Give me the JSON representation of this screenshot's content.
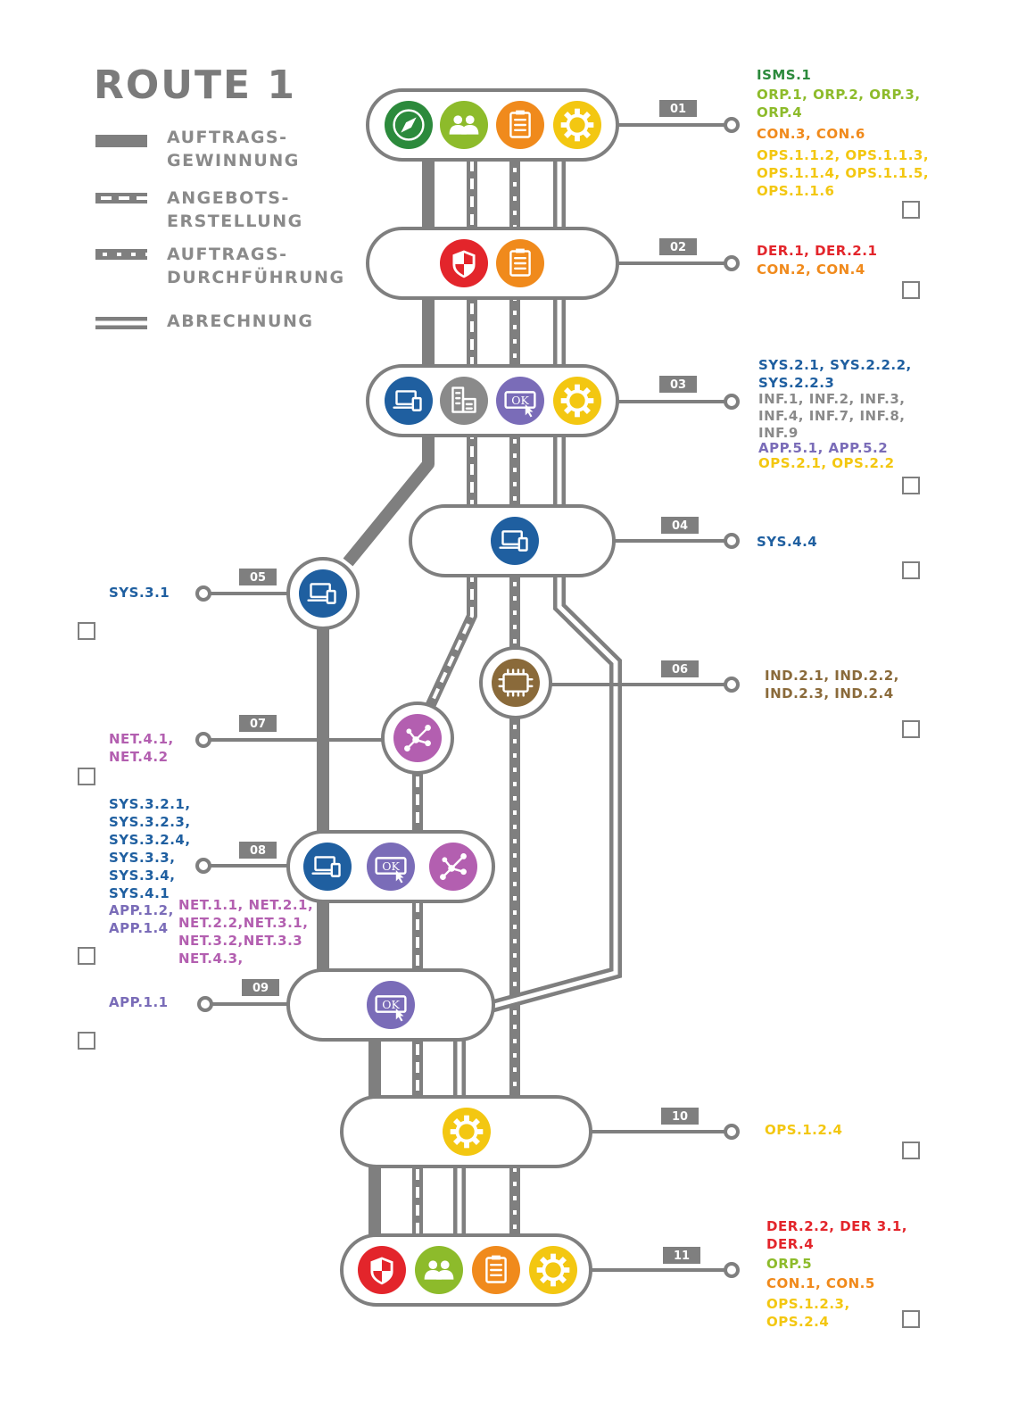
{
  "title": "ROUTE 1",
  "legend": [
    {
      "line1": "AUFTRAGS-",
      "line2": "GEWINNUNG"
    },
    {
      "line1": "ANGEBOTS-",
      "line2": "ERSTELLUNG"
    },
    {
      "line1": "AUFTRAGS-",
      "line2": "DURCHFÜHRUNG"
    },
    {
      "line1": "ABRECHNUNG",
      "line2": ""
    }
  ],
  "colors": {
    "track": "#7f7f7f",
    "ISMS": "#2c8a3c",
    "ORP": "#8dbb2b",
    "CON": "#f08a1c",
    "OPS": "#f3c711",
    "DER": "#e3252b",
    "SYS": "#1f5fa0",
    "INF": "#8a8a8a",
    "APP": "#7a6cb8",
    "NET": "#b35fb0",
    "IND": "#8a6a3a"
  },
  "stations": [
    {
      "number": "01",
      "icons": [
        "compass-icon",
        "people-icon",
        "clipboard-icon",
        "gear-icon"
      ],
      "modules": [
        {
          "text": "ISMS.1",
          "group": "ISMS"
        },
        {
          "text": "ORP.1, ORP.2, ORP.3,",
          "group": "ORP"
        },
        {
          "text": "ORP.4",
          "group": "ORP"
        },
        {
          "text": "CON.3, CON.6",
          "group": "CON"
        },
        {
          "text": "OPS.1.1.2, OPS.1.1.3,",
          "group": "OPS"
        },
        {
          "text": "OPS.1.1.4, OPS.1.1.5,",
          "group": "OPS"
        },
        {
          "text": "OPS.1.1.6",
          "group": "OPS"
        }
      ]
    },
    {
      "number": "02",
      "icons": [
        "shield-icon",
        "clipboard-icon"
      ],
      "modules": [
        {
          "text": "DER.1, DER.2.1",
          "group": "DER"
        },
        {
          "text": "CON.2, CON.4",
          "group": "CON"
        }
      ]
    },
    {
      "number": "03",
      "icons": [
        "laptop-icon",
        "building-icon",
        "ok-button-icon",
        "gear-icon"
      ],
      "modules": [
        {
          "text": "SYS.2.1, SYS.2.2.2,",
          "group": "SYS"
        },
        {
          "text": "SYS.2.2.3",
          "group": "SYS"
        },
        {
          "text": "INF.1, INF.2, INF.3,",
          "group": "INF"
        },
        {
          "text": "INF.4, INF.7, INF.8,",
          "group": "INF"
        },
        {
          "text": "INF.9",
          "group": "INF"
        },
        {
          "text": "APP.5.1, APP.5.2",
          "group": "APP"
        },
        {
          "text": "OPS.2.1, OPS.2.2",
          "group": "OPS"
        }
      ]
    },
    {
      "number": "04",
      "icons": [
        "laptop-icon"
      ],
      "modules": [
        {
          "text": "SYS.4.4",
          "group": "SYS"
        }
      ]
    },
    {
      "number": "05",
      "icons": [
        "laptop-icon"
      ],
      "modules": [
        {
          "text": "SYS.3.1",
          "group": "SYS"
        }
      ]
    },
    {
      "number": "06",
      "icons": [
        "chip-icon"
      ],
      "modules": [
        {
          "text": "IND.2.1, IND.2.2,",
          "group": "IND"
        },
        {
          "text": "IND.2.3, IND.2.4",
          "group": "IND"
        }
      ]
    },
    {
      "number": "07",
      "icons": [
        "network-icon"
      ],
      "modules": [
        {
          "text": "NET.4.1,",
          "group": "NET"
        },
        {
          "text": "NET.4.2",
          "group": "NET"
        }
      ]
    },
    {
      "number": "08",
      "icons": [
        "laptop-icon",
        "ok-button-icon",
        "network-icon"
      ],
      "modules": [
        {
          "text": "SYS.3.2.1,",
          "group": "SYS"
        },
        {
          "text": "SYS.3.2.3,",
          "group": "SYS"
        },
        {
          "text": "SYS.3.2.4,",
          "group": "SYS"
        },
        {
          "text": "SYS.3.3,",
          "group": "SYS"
        },
        {
          "text": "SYS.3.4,",
          "group": "SYS"
        },
        {
          "text": "SYS.4.1",
          "group": "SYS"
        },
        {
          "text": "APP.1.2,",
          "group": "APP"
        },
        {
          "text": "APP.1.4",
          "group": "APP"
        }
      ],
      "modules_extra": [
        {
          "text": "NET.1.1, NET.2.1,",
          "group": "NET"
        },
        {
          "text": "NET.2.2,NET.3.1,",
          "group": "NET"
        },
        {
          "text": "NET.3.2,NET.3.3",
          "group": "NET"
        },
        {
          "text": "NET.4.3,",
          "group": "NET"
        }
      ]
    },
    {
      "number": "09",
      "icons": [
        "ok-button-icon"
      ],
      "modules": [
        {
          "text": "APP.1.1",
          "group": "APP"
        }
      ]
    },
    {
      "number": "10",
      "icons": [
        "gear-icon"
      ],
      "modules": [
        {
          "text": "OPS.1.2.4",
          "group": "OPS"
        }
      ]
    },
    {
      "number": "11",
      "icons": [
        "shield-icon",
        "people-icon",
        "clipboard-icon",
        "gear-icon"
      ],
      "modules": [
        {
          "text": "DER.2.2, DER 3.1,",
          "group": "DER"
        },
        {
          "text": "DER.4",
          "group": "DER"
        },
        {
          "text": "ORP.5",
          "group": "ORP"
        },
        {
          "text": "CON.1, CON.5",
          "group": "CON"
        },
        {
          "text": "OPS.1.2.3,",
          "group": "OPS"
        },
        {
          "text": "OPS.2.4",
          "group": "OPS"
        }
      ]
    }
  ]
}
